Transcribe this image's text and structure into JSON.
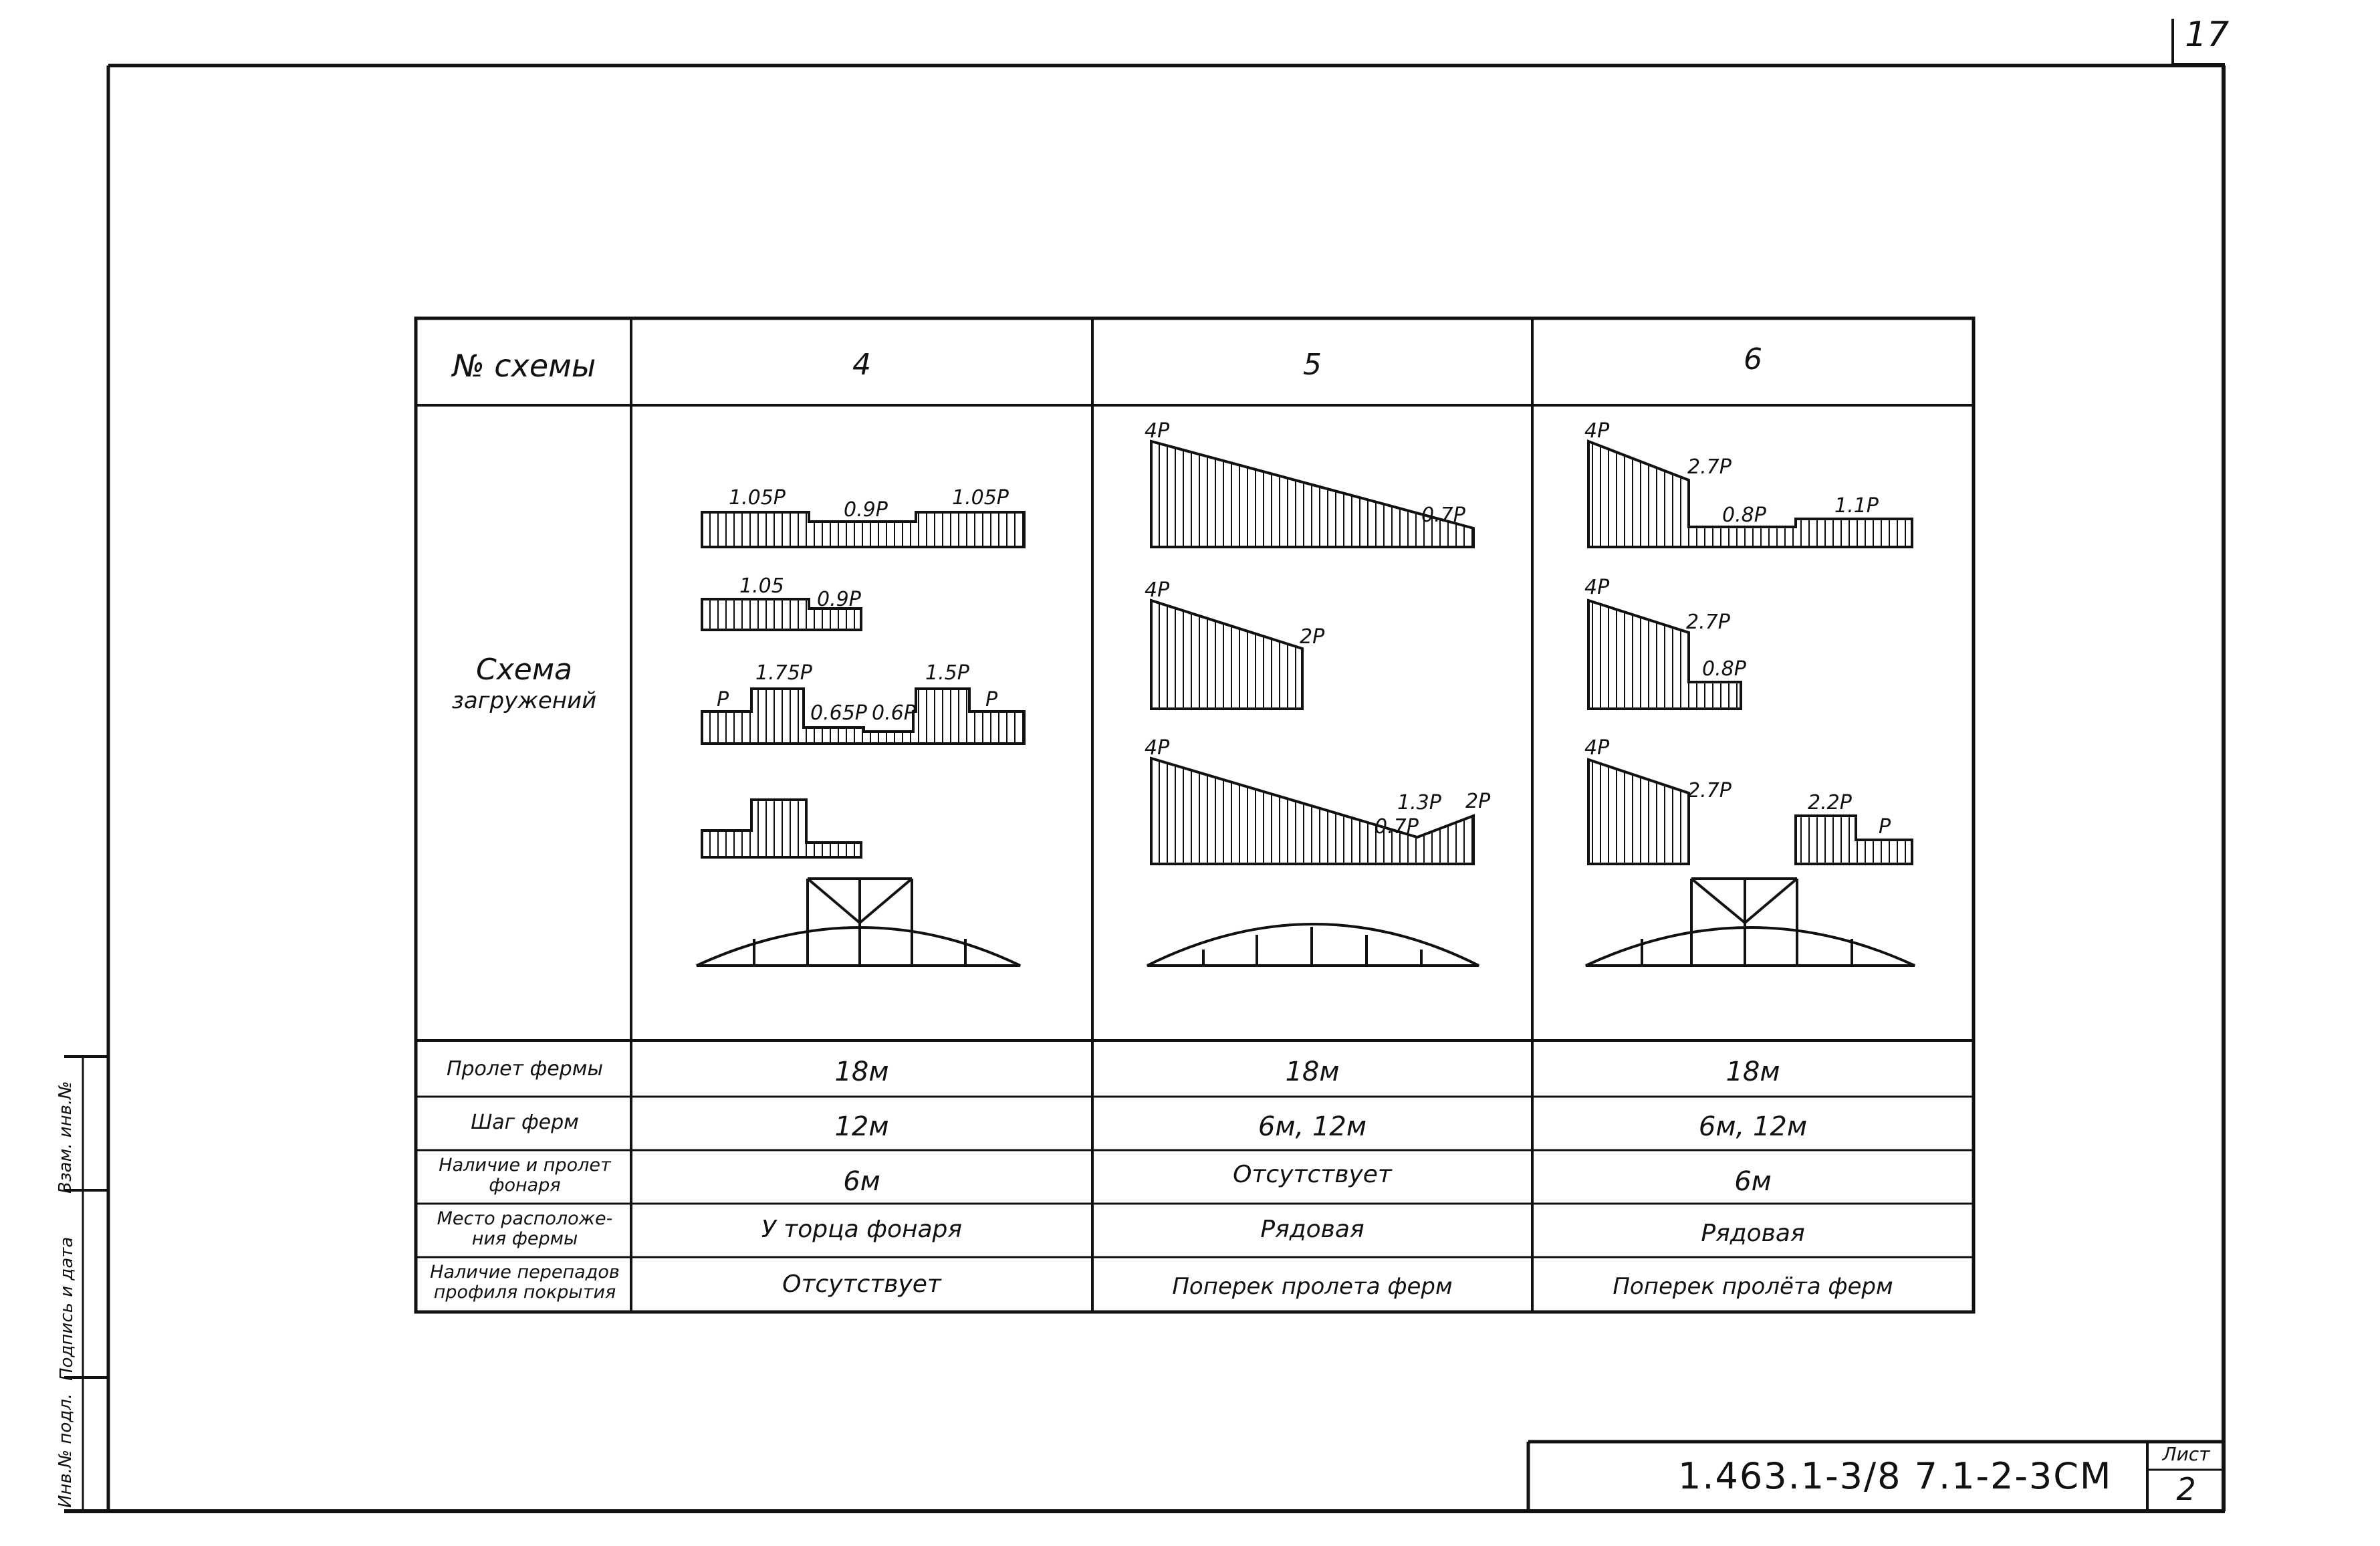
{
  "page_number": "17",
  "sheet": {
    "label": "Лист",
    "number": "2"
  },
  "document_code": "1.463.1-3/8 7.1-2-3СМ",
  "side_stamp": {
    "cells": [
      "Инв.№ подл.",
      "Подпись и дата",
      "Взам. инв.№"
    ]
  },
  "table": {
    "header": {
      "label": "№ схемы",
      "columns": [
        "4",
        "5",
        "6"
      ]
    },
    "load_row_label": [
      "Схема",
      "загружений"
    ],
    "schemes": {
      "s4": {
        "d1": [
          "1.05P",
          "0.9P",
          "1.05P"
        ],
        "d2": [
          "1.05",
          "0.9P"
        ],
        "d3": [
          "P",
          "1.75P",
          "0.65P",
          "0.6P",
          "1.5P",
          "P"
        ]
      },
      "s5": {
        "d1": [
          "4P",
          "0.7P"
        ],
        "d2": [
          "4P",
          "2P"
        ],
        "d3": [
          "4P",
          "1.3P",
          "0.7P",
          "2P"
        ]
      },
      "s6": {
        "d1": [
          "4P",
          "2.7P",
          "0.8P",
          "1.1P"
        ],
        "d2": [
          "4P",
          "2.7P",
          "0.8P"
        ],
        "d3": [
          "4P",
          "2.7P",
          "2.2P",
          "P"
        ]
      }
    },
    "rows": [
      {
        "label": [
          "Пролет фермы"
        ],
        "values": [
          "18м",
          "18м",
          "18м"
        ]
      },
      {
        "label": [
          "Шаг ферм"
        ],
        "values": [
          "12м",
          "6м, 12м",
          "6м, 12м"
        ]
      },
      {
        "label": [
          "Наличие и пролет",
          "фонаря"
        ],
        "values": [
          "6м",
          "Отсутствует",
          "6м"
        ]
      },
      {
        "label": [
          "Место расположе-",
          "ния фермы"
        ],
        "values": [
          "У торца фонаря",
          "Рядовая",
          "Рядовая"
        ]
      },
      {
        "label": [
          "Наличие перепадов",
          "профиля покрытия"
        ],
        "values": [
          "Отсутствует",
          "Поперек пролета ферм",
          "Поперек пролёта ферм"
        ]
      }
    ]
  }
}
